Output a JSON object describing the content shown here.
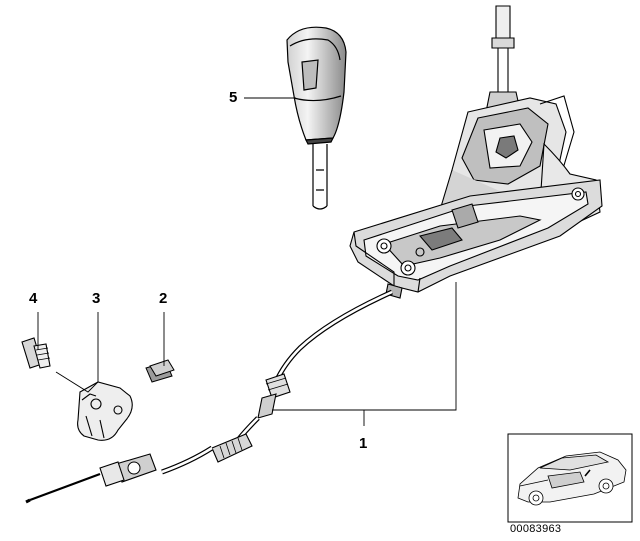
{
  "callouts": {
    "shift_unit": "1",
    "clip": "2",
    "bracket": "3",
    "bolt": "4",
    "knob": "5"
  },
  "diagram_id": "00083963"
}
